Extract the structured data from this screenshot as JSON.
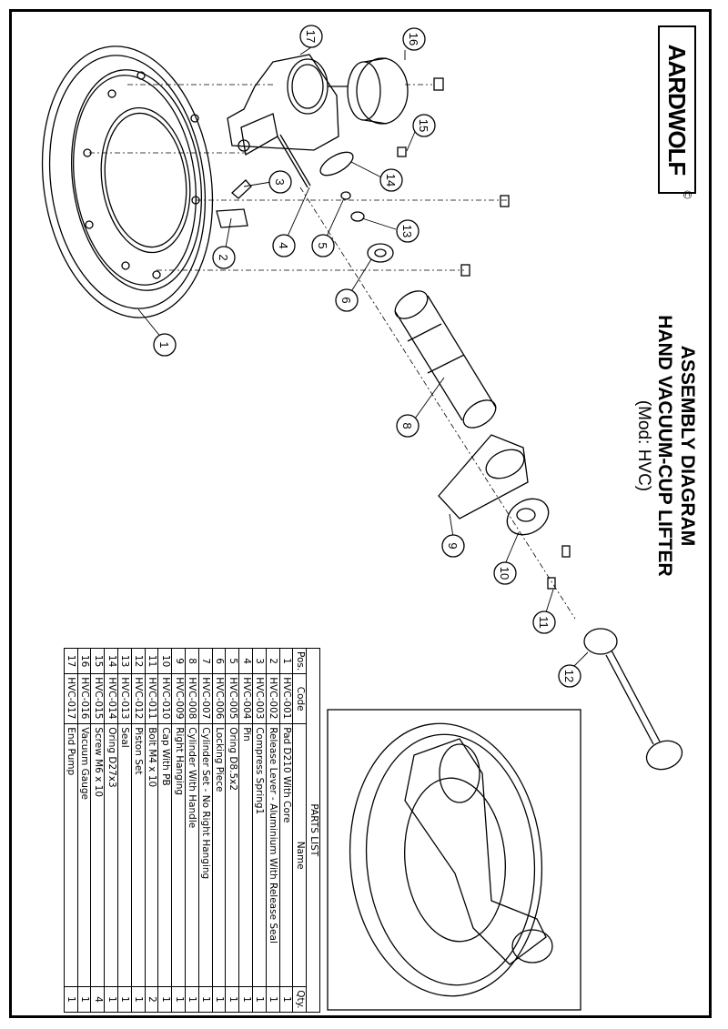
{
  "title": {
    "line1": "ASSEMBLY DIAGRAM",
    "line2": "HAND VACUUM-CUP LIFTER",
    "line3": "(Mod: HVC)"
  },
  "logo": {
    "text": "AARDWOLF",
    "copyright": "©"
  },
  "callouts": [
    "1",
    "2",
    "3",
    "4",
    "5",
    "6",
    "8",
    "9",
    "10",
    "11",
    "12",
    "13",
    "14",
    "15",
    "16",
    "17"
  ],
  "parts_list": {
    "caption": "PARTS LIST",
    "headers": {
      "pos": "Pos.",
      "code": "Code",
      "name": "Name",
      "qty": "Qty."
    },
    "rows": [
      {
        "pos": "1",
        "code": "HVC-001",
        "name": "Pad D210 With Core",
        "qty": "1"
      },
      {
        "pos": "2",
        "code": "HVC-002",
        "name": "Release Lever - Aluminium With Release Seal",
        "qty": "1"
      },
      {
        "pos": "3",
        "code": "HVC-003",
        "name": "Compress Spring1",
        "qty": "1"
      },
      {
        "pos": "4",
        "code": "HVC-004",
        "name": "Pin",
        "qty": "1"
      },
      {
        "pos": "5",
        "code": "HVC-005",
        "name": "Oring D8.5x2",
        "qty": "1"
      },
      {
        "pos": "6",
        "code": "HVC-006",
        "name": "Locking Piece",
        "qty": "1"
      },
      {
        "pos": "7",
        "code": "HVC-007",
        "name": "Cylinder Set - No Right Hanging",
        "qty": "1"
      },
      {
        "pos": "8",
        "code": "HVC-008",
        "name": "Cylinder With Handle",
        "qty": "1"
      },
      {
        "pos": "9",
        "code": "HVC-009",
        "name": "Right Hanging",
        "qty": "1"
      },
      {
        "pos": "10",
        "code": "HVC-010",
        "name": "Cap With PB",
        "qty": "1"
      },
      {
        "pos": "11",
        "code": "HVC-011",
        "name": "Bolt M4 x 10",
        "qty": "2"
      },
      {
        "pos": "12",
        "code": "HVC-012",
        "name": "Piston Set",
        "qty": "1"
      },
      {
        "pos": "13",
        "code": "HVC-013",
        "name": "Seal",
        "qty": "1"
      },
      {
        "pos": "14",
        "code": "HVC-014",
        "name": "Oring D27x3",
        "qty": "1"
      },
      {
        "pos": "15",
        "code": "HVC-015",
        "name": "Screw M6 x  10",
        "qty": "4"
      },
      {
        "pos": "16",
        "code": "HVC-016",
        "name": "Vacuum Gauge",
        "qty": "1"
      },
      {
        "pos": "17",
        "code": "HVC-017",
        "name": "End Pump",
        "qty": "1"
      }
    ]
  }
}
